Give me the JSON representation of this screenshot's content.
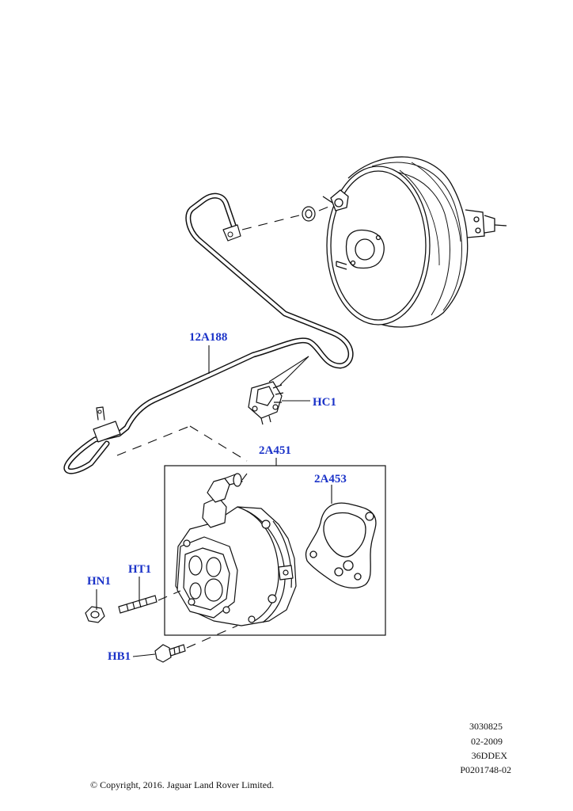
{
  "colors": {
    "callout": "#1a32c8",
    "linework": "#111111",
    "background": "#ffffff"
  },
  "callouts": {
    "pipe": "12A188",
    "clip": "HC1",
    "pump": "2A451",
    "gasket": "2A453",
    "stud": "HT1",
    "nut": "HN1",
    "bolt": "HB1"
  },
  "parts": {
    "booster": "brake-booster",
    "vacuum_pipe": "vacuum-hose",
    "pipe_clip": "hose-clip",
    "vacuum_pump": "vacuum-pump",
    "pump_gasket": "pump-gasket",
    "stud": "stud",
    "nut": "nut",
    "bolt": "bolt"
  },
  "illustration_info": {
    "line1": "3030825",
    "line2": "02-2009",
    "line3": "36DDEX",
    "line4": "P0201748-02"
  },
  "copyright": "© Copyright, 2016. Jaguar Land Rover Limited."
}
